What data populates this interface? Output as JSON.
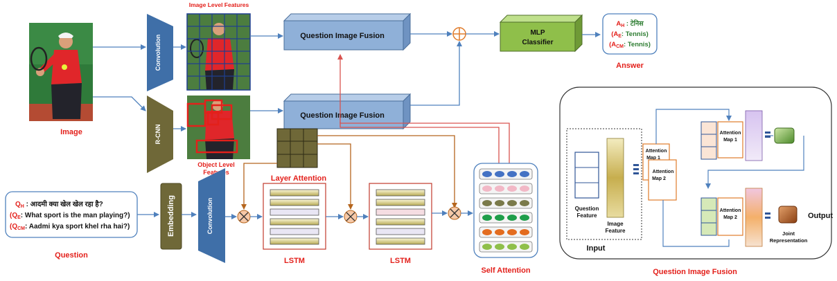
{
  "labels": {
    "image": "Image",
    "image_level_features": "Image Level Features",
    "object_level_features_1": "Object Level",
    "object_level_features_2": "Features",
    "question": "Question",
    "answer": "Answer",
    "layer_attention": "Layer Attention",
    "lstm_1": "LSTM",
    "lstm_2": "LSTM",
    "self_attention": "Self Attention",
    "question_image_fusion_caption": "Question Image Fusion"
  },
  "blocks": {
    "convolution_top": "Convolution",
    "rcnn": "R-CNN",
    "embedding": "Embedding",
    "convolution_bottom": "Convolution",
    "fusion_1": "Question Image Fusion",
    "fusion_2": "Question Image Fusion",
    "mlp_line1": "MLP",
    "mlp_line2": "Classifier"
  },
  "question_box": {
    "qh_prefix": "Q",
    "qh_sub": "H",
    "qh_text": " : आदमी क्या खेल खेल रहा है?",
    "qe_prefix": "(Q",
    "qe_sub": "E",
    "qe_text": ":  What sport is the man playing?)",
    "qcm_prefix": "(Q",
    "qcm_sub": "CM",
    "qcm_text": ": Aadmi  kya sport khel rha hai?)"
  },
  "answer_box": {
    "ah_prefix": "A",
    "ah_sub": "H",
    "ah_text": " : टेनिस",
    "ae_prefix": "(A",
    "ae_sub": "E",
    "ae_text": ": Tennis)",
    "acm_prefix": "(A",
    "acm_sub": "CM",
    "acm_text": ": Tennis)"
  },
  "fusion_detail": {
    "question_feature_1": "Question",
    "question_feature_2": "Feature",
    "image_feature_1": "Image",
    "image_feature_2": "Feature",
    "input": "Input",
    "output": "Output",
    "att_map1_a": "Attention",
    "att_map1_b": "Map 1",
    "att_map2_a": "Attention",
    "att_map2_b": "Map 2",
    "att_map1r_a": "Attention",
    "att_map1r_b": "Map 1",
    "att_map2r_a": "Attention",
    "att_map2r_b": "Map 2",
    "joint_1": "Joint",
    "joint_2": "Representation"
  },
  "colors": {
    "accent_red": "#e3201b",
    "conv_blue": "#3f6fa8",
    "olive": "#6f6838",
    "fusion_fill": "#8fb0d8",
    "mlp_green": "#8fbf4a",
    "arrow_blue": "#4f81bd",
    "arrow_brown": "#b5651d"
  }
}
